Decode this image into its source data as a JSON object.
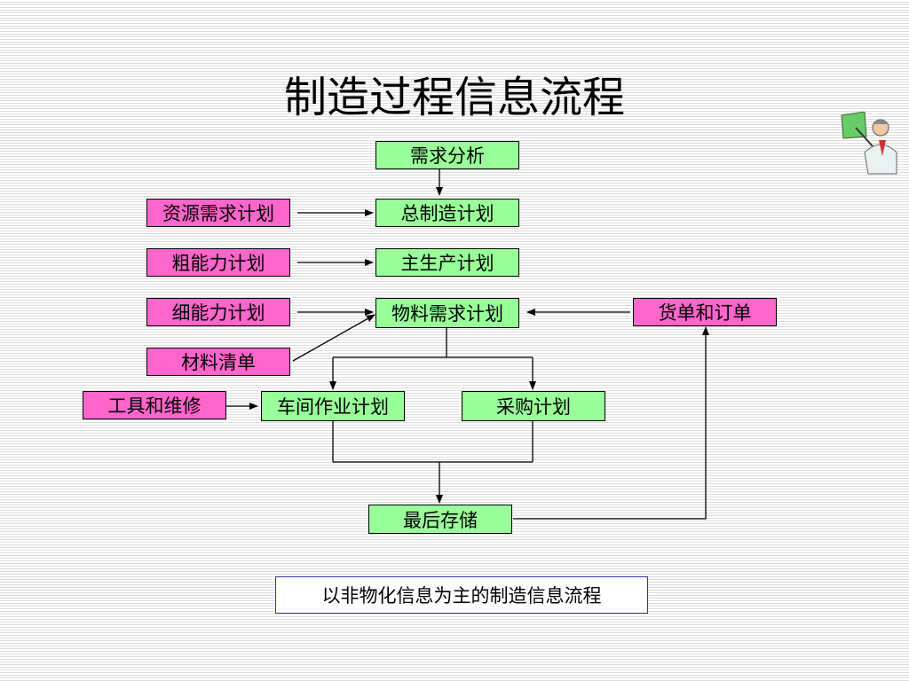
{
  "title": "制造过程信息流程",
  "caption": "以非物化信息为主的制造信息流程",
  "nodes": {
    "demand_analysis": "需求分析",
    "master_plan": "总制造计划",
    "mps": "主生产计划",
    "mrp": "物料需求计划",
    "shop_plan": "车间作业计划",
    "purchase_plan": "采购计划",
    "final_storage": "最后存储",
    "resource_plan": "资源需求计划",
    "rough_capacity": "粗能力计划",
    "fine_capacity": "细能力计划",
    "bom": "材料清单",
    "tools": "工具和维修",
    "invoice_orders": "货单和订单"
  },
  "colors": {
    "process_box": "#99ff99",
    "input_box": "#ff66cc",
    "caption_border": "#3333aa"
  }
}
